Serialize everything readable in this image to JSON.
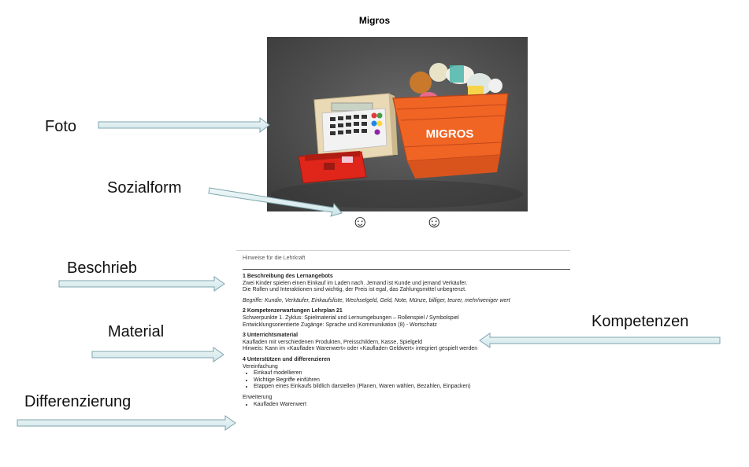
{
  "title": "Migros",
  "photo": {
    "basket_text": "MIGROS",
    "colors": {
      "basket": "#f06424",
      "register_body": "#e8d8b4",
      "drawer": "#e0261a"
    }
  },
  "labels": {
    "foto": "Foto",
    "sozialform": "Sozialform",
    "beschrieb": "Beschrieb",
    "material": "Material",
    "differenzierung": "Differenzierung",
    "kompetenzen": "Kompetenzen"
  },
  "smiley_glyph": "☺",
  "document": {
    "header": "Hinweise für die Lehrkraft",
    "section1": {
      "heading": "1 Beschreibung des Lernangebots",
      "lines": [
        "Zwei Kinder spielen einen Einkauf im Laden nach. Jemand ist Kunde und jemand Verkäufer.",
        "Die Rollen und Interaktionen sind wichtig, der Preis ist egal, das Zahlungsmittel unbegrenzt."
      ],
      "terms": "Begriffe: Kundin, Verkäufer, Einkaufsliste, Wechselgeld, Geld, Note, Münze, billiger, teurer, mehr/weniger wert"
    },
    "section2": {
      "heading": "2 Kompetenzerwartungen Lehrplan 21",
      "lines": [
        "Schwerpunkte 1. Zyklus: Spielmaterial und Lernumgebungen – Rollenspiel / Symbolspiel",
        "Entwicklungsorientierte Zugänge: Sprache und Kommunikation (8) - Wortschatz"
      ]
    },
    "section3": {
      "heading": "3 Unterrichtsmaterial",
      "lines": [
        "Kaufladen mit verschiedenen Produkten, Preisschildern, Kasse, Spielgeld",
        "Hinweis: Kann im «Kaufladen Warenwert» oder «Kaufladen Geldwert» integriert gespielt werden"
      ]
    },
    "section4": {
      "heading": "4 Unterstützen und differenzieren",
      "sub1": "Vereinfachung",
      "bullets1": [
        "Einkauf modellieren",
        "Wichtige Begriffe einführen",
        "Etappen eines Einkaufs bildlich darstellen (Planen, Waren wählen, Bezahlen, Einpacken)"
      ],
      "sub2": "Erweiterung",
      "bullets2": [
        "Kaufladen Warenwert"
      ]
    }
  }
}
